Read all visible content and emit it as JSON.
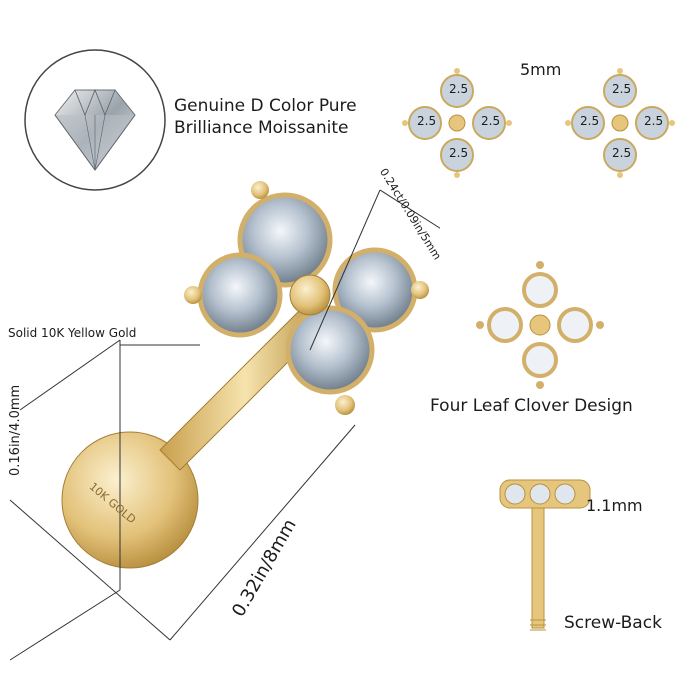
{
  "labels": {
    "moissanite": [
      "Genuine D Color Pure",
      "Brilliance Moissanite"
    ],
    "size_5mm": "5mm",
    "stone_size": "2.5",
    "carat_dims": "0.24ct/0.09in/5mm",
    "gold": "Solid 10K Yellow Gold",
    "ball_dims": "0.16in/4.0mm",
    "length_dims": "0.32in/8mm",
    "design": "Four Leaf Clover Design",
    "thickness": "1.1mm",
    "screw_back": "Screw-Back",
    "engraving": "10K GOLD"
  },
  "colors": {
    "gold": "#e6c67c",
    "gold_dark": "#b8913f",
    "gold_light": "#f6e6b6",
    "diamond": "#c9d3de",
    "line": "#333333",
    "text": "#1c1c1c"
  }
}
